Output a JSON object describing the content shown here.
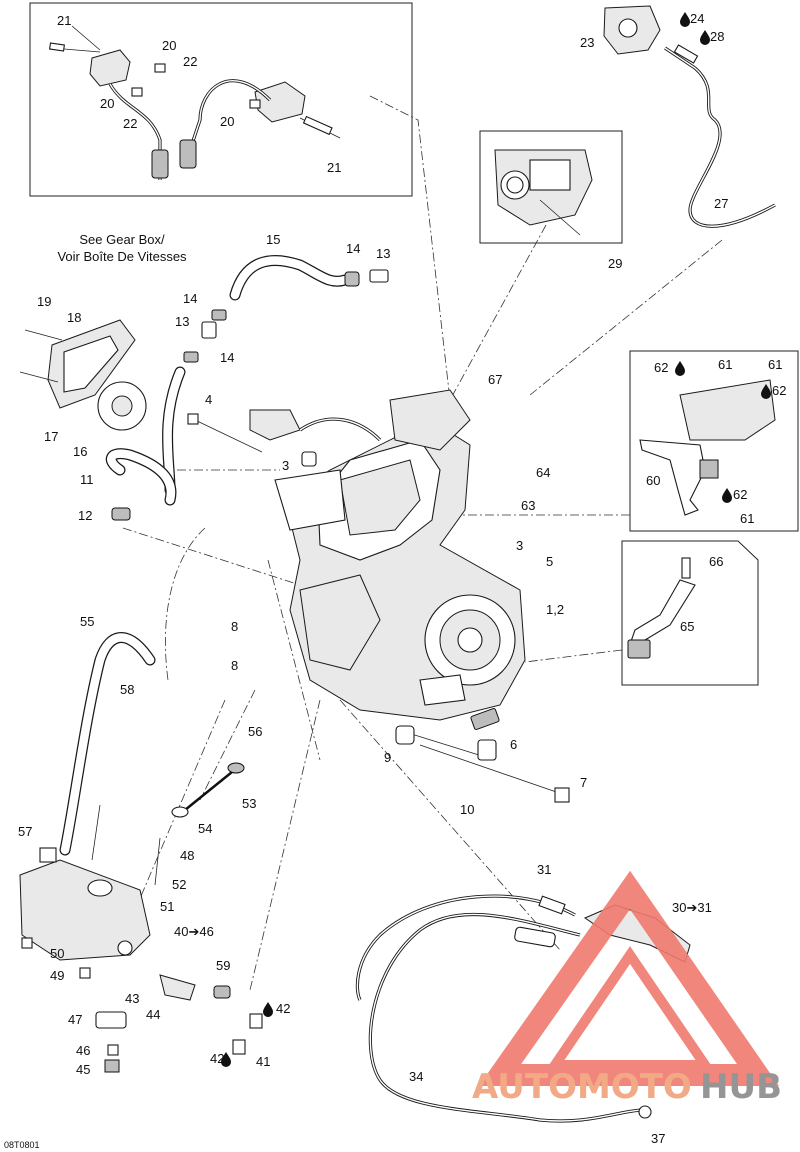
{
  "diagram": {
    "drawing_code": "08T0801",
    "notes": {
      "gearbox_en": "See Gear Box/",
      "gearbox_fr": "Voir Boîte De Vitesses"
    },
    "callouts": [
      {
        "id": "c21a",
        "text": "21"
      },
      {
        "id": "c20a",
        "text": "20"
      },
      {
        "id": "c22a",
        "text": "22"
      },
      {
        "id": "c20b",
        "text": "20"
      },
      {
        "id": "c22b",
        "text": "22"
      },
      {
        "id": "c20c",
        "text": "20"
      },
      {
        "id": "c21b",
        "text": "21"
      },
      {
        "id": "c23",
        "text": "23"
      },
      {
        "id": "c24",
        "text": "24"
      },
      {
        "id": "c28",
        "text": "28"
      },
      {
        "id": "c27",
        "text": "27"
      },
      {
        "id": "c29",
        "text": "29"
      },
      {
        "id": "c15",
        "text": "15"
      },
      {
        "id": "c14a",
        "text": "14"
      },
      {
        "id": "c13a",
        "text": "13"
      },
      {
        "id": "c14b",
        "text": "14"
      },
      {
        "id": "c13b",
        "text": "13"
      },
      {
        "id": "c14c",
        "text": "14"
      },
      {
        "id": "c19",
        "text": "19"
      },
      {
        "id": "c18",
        "text": "18"
      },
      {
        "id": "c17",
        "text": "17"
      },
      {
        "id": "c16",
        "text": "16"
      },
      {
        "id": "c4",
        "text": "4"
      },
      {
        "id": "c3a",
        "text": "3"
      },
      {
        "id": "c67",
        "text": "67"
      },
      {
        "id": "c64",
        "text": "64"
      },
      {
        "id": "c63",
        "text": "63"
      },
      {
        "id": "c62a",
        "text": "62"
      },
      {
        "id": "c61a",
        "text": "61"
      },
      {
        "id": "c61b",
        "text": "61"
      },
      {
        "id": "c62b",
        "text": "62"
      },
      {
        "id": "c60",
        "text": "60"
      },
      {
        "id": "c62c",
        "text": "62"
      },
      {
        "id": "c61c",
        "text": "61"
      },
      {
        "id": "c11",
        "text": "11"
      },
      {
        "id": "c12",
        "text": "12"
      },
      {
        "id": "c3b",
        "text": "3"
      },
      {
        "id": "c5",
        "text": "5"
      },
      {
        "id": "c66",
        "text": "66"
      },
      {
        "id": "c12b",
        "text": "1,2"
      },
      {
        "id": "c65",
        "text": "65"
      },
      {
        "id": "c55",
        "text": "55"
      },
      {
        "id": "c8a",
        "text": "8"
      },
      {
        "id": "c8b",
        "text": "8"
      },
      {
        "id": "c58",
        "text": "58"
      },
      {
        "id": "c56",
        "text": "56"
      },
      {
        "id": "c9",
        "text": "9"
      },
      {
        "id": "c6",
        "text": "6"
      },
      {
        "id": "c7",
        "text": "7"
      },
      {
        "id": "c10",
        "text": "10"
      },
      {
        "id": "c53",
        "text": "53"
      },
      {
        "id": "c54",
        "text": "54"
      },
      {
        "id": "c57",
        "text": "57"
      },
      {
        "id": "c48",
        "text": "48"
      },
      {
        "id": "c52",
        "text": "52"
      },
      {
        "id": "c51",
        "text": "51"
      },
      {
        "id": "c4046",
        "text": "40➔46"
      },
      {
        "id": "c50",
        "text": "50"
      },
      {
        "id": "c49",
        "text": "49"
      },
      {
        "id": "c43",
        "text": "43"
      },
      {
        "id": "c44",
        "text": "44"
      },
      {
        "id": "c59",
        "text": "59"
      },
      {
        "id": "c42a",
        "text": "42"
      },
      {
        "id": "c47",
        "text": "47"
      },
      {
        "id": "c46",
        "text": "46"
      },
      {
        "id": "c45",
        "text": "45"
      },
      {
        "id": "c42b",
        "text": "42"
      },
      {
        "id": "c41",
        "text": "41"
      },
      {
        "id": "c31",
        "text": "31"
      },
      {
        "id": "c3031",
        "text": "30➔31"
      },
      {
        "id": "c34",
        "text": "34"
      },
      {
        "id": "c37",
        "text": "37"
      }
    ],
    "watermark": {
      "brand_left": "AUTOMOTO",
      "brand_right": "HUB",
      "color_main": "#f0a07a",
      "color_triangle": "#f07a6e",
      "color_hub": "#8a8a8a"
    }
  }
}
